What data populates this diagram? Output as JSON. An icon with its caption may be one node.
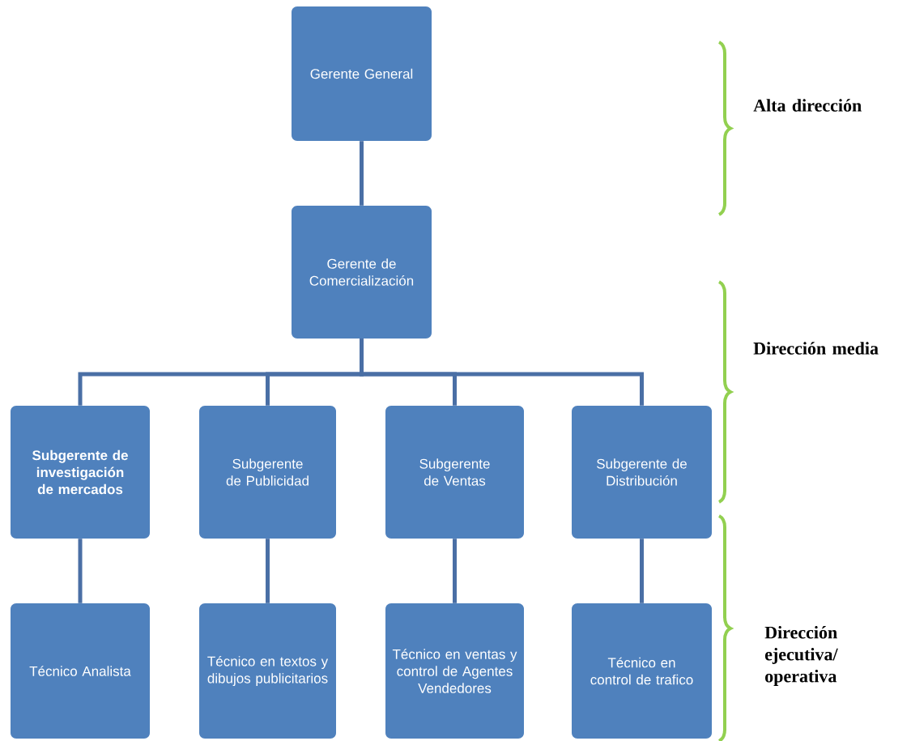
{
  "diagram": {
    "nodes": [
      {
        "text": [
          "Gerente General"
        ]
      },
      {
        "text": [
          "Gerente de Comercialización"
        ]
      },
      {
        "text": [
          "Subgerente de investigación de mercados"
        ]
      },
      {
        "text": [
          "Subgerente de Publicidad"
        ]
      },
      {
        "text": [
          "Subgerente de Ventas"
        ]
      },
      {
        "text": [
          "Subgerente de Distribución"
        ]
      },
      {
        "text": [
          "Técnico Analista"
        ]
      },
      {
        "text": [
          "Técnico en textos y dibujos publicitarios"
        ]
      },
      {
        "text": [
          "Técnico en ventas y control de Agentes Vendedores"
        ]
      },
      {
        "text": [
          "Técnico en control de trafico"
        ]
      }
    ],
    "edges": [
      {
        "from": 0,
        "to": 1,
        "arrow": "none"
      },
      {
        "from": 1,
        "to": 2,
        "arrow": "none"
      },
      {
        "from": 1,
        "to": 3,
        "arrow": "none"
      },
      {
        "from": 1,
        "to": 4,
        "arrow": "none"
      },
      {
        "from": 1,
        "to": 5,
        "arrow": "none"
      },
      {
        "from": 2,
        "to": 6,
        "arrow": "none"
      },
      {
        "from": 3,
        "to": 7,
        "arrow": "none"
      },
      {
        "from": 4,
        "to": 8,
        "arrow": "none"
      },
      {
        "from": 5,
        "to": 9,
        "arrow": "none"
      }
    ],
    "labels": [
      "Alta dirección",
      "Dirección media",
      "Dirección ejecutiva/ operativa"
    ]
  }
}
